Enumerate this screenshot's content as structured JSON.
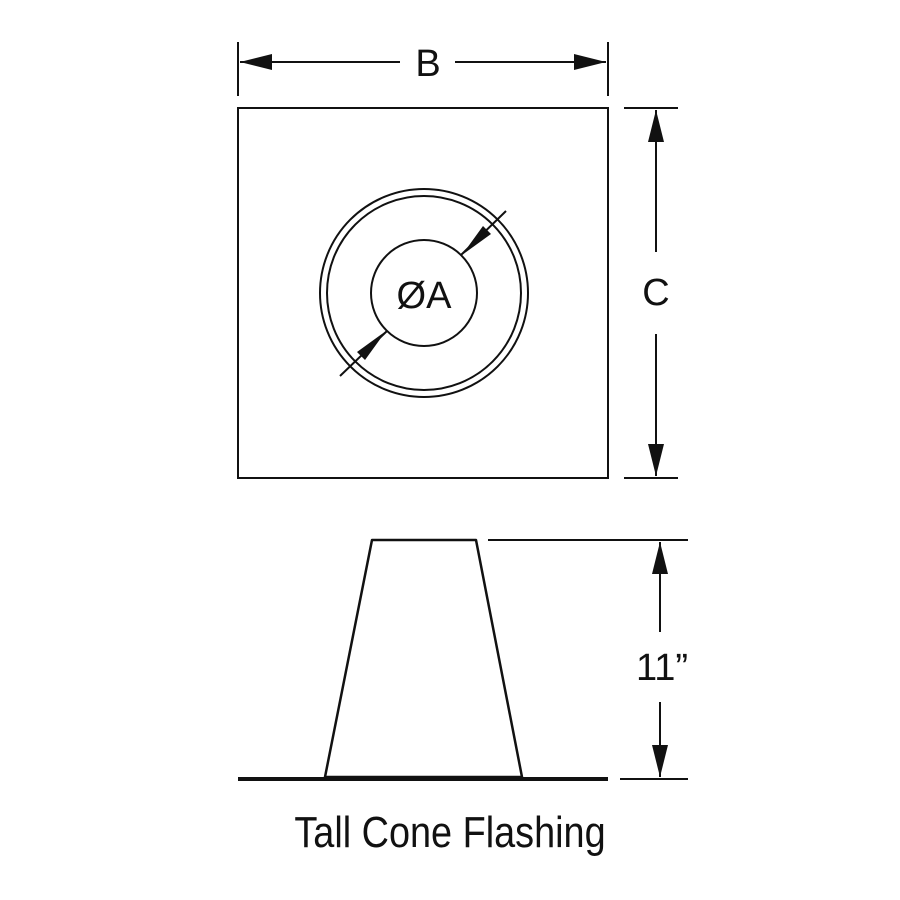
{
  "diagram": {
    "title": "Tall Cone Flashing",
    "labels": {
      "width": "B",
      "depth": "C",
      "diameter": "ØA",
      "height": "11”"
    },
    "colors": {
      "line": "#111111",
      "background": "#ffffff"
    }
  }
}
